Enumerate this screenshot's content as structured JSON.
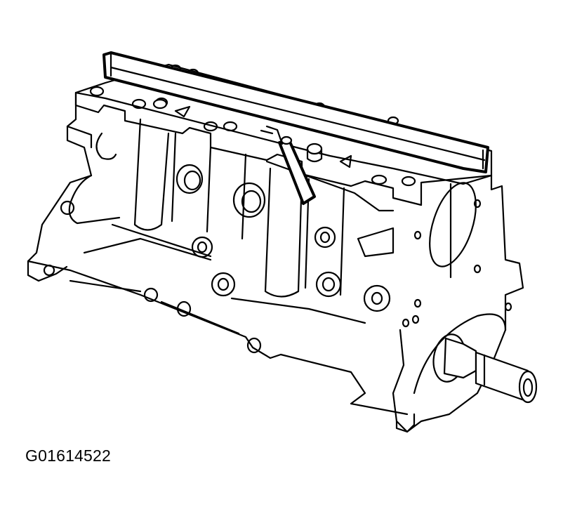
{
  "figure": {
    "id_label": "G01614522",
    "subject": "engine block deck flatness check",
    "components": [
      {
        "name": "engine-block",
        "label": ""
      },
      {
        "name": "straightedge",
        "label": ""
      },
      {
        "name": "feeler-gauge",
        "label": ""
      },
      {
        "name": "crankshaft-snout",
        "label": ""
      }
    ],
    "colors": {
      "line": "#000000",
      "background": "#ffffff"
    }
  }
}
